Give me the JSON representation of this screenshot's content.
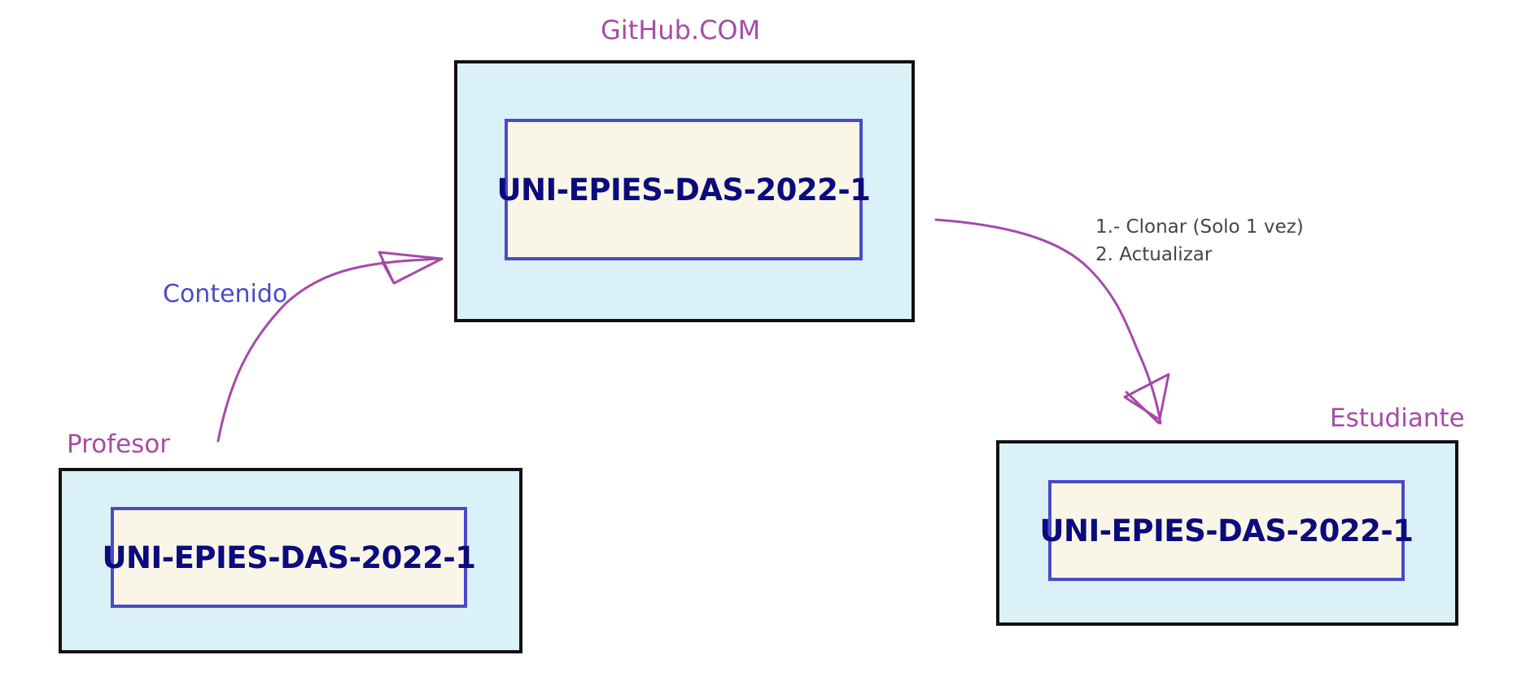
{
  "colors": {
    "outer_fill": "#daf1f7",
    "outer_border": "#111111",
    "inner_fill": "#f9f6e8",
    "inner_border": "#4a4ac8",
    "repo_text": "#0b0b7d",
    "site_label": "#a64ca6",
    "content_label": "#4a4ac8",
    "steps_text": "#444444",
    "arrow": "#a54aaa"
  },
  "github": {
    "label": "GitHub.COM",
    "repo": "UNI-EPIES-DAS-2022-1"
  },
  "profesor": {
    "label": "Profesor",
    "repo": "UNI-EPIES-DAS-2022-1"
  },
  "estudiante": {
    "label": "Estudiante",
    "repo": "UNI-EPIES-DAS-2022-1"
  },
  "push_arrow": {
    "label": "Contenido"
  },
  "pull_arrow": {
    "steps": [
      "1.- Clonar (Solo 1 vez)",
      "2. Actualizar"
    ]
  }
}
